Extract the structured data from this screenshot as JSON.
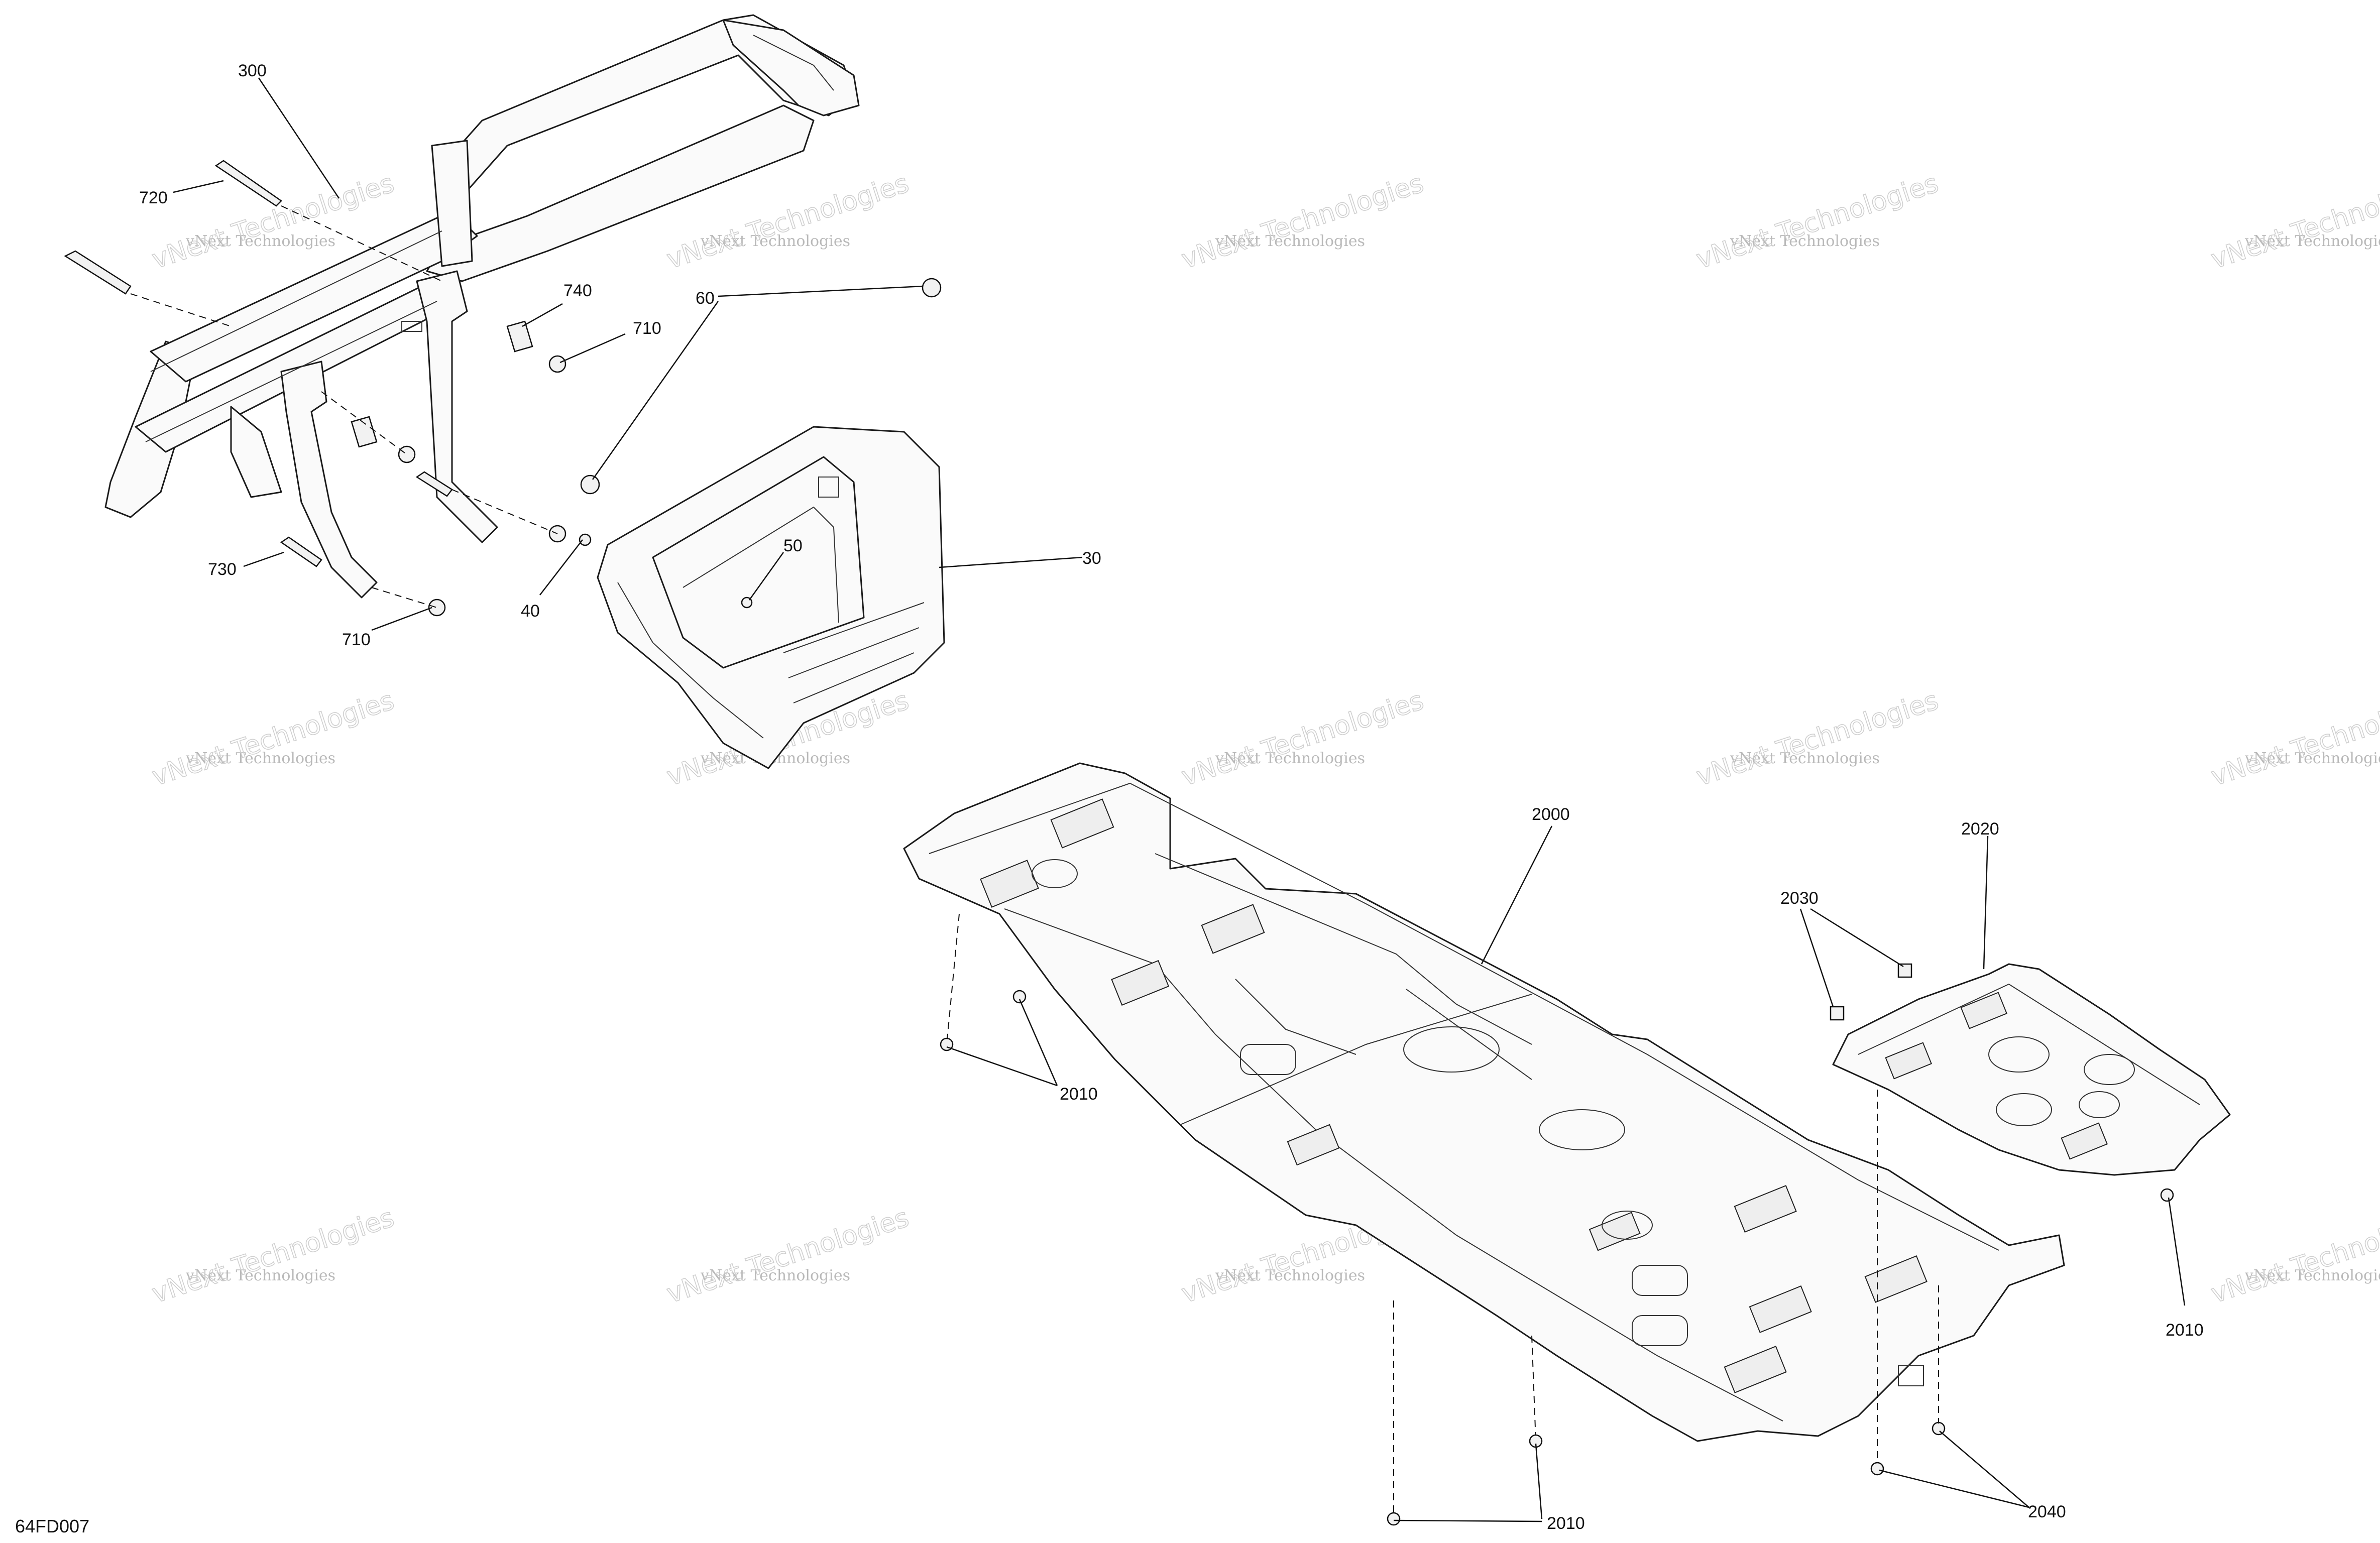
{
  "callouts": {
    "c300": "300",
    "c720": "720",
    "c740": "740",
    "c710a": "710",
    "c710b": "710",
    "c730": "730",
    "c60": "60",
    "c50": "50",
    "c40": "40",
    "c30": "30",
    "c2000": "2000",
    "c2020": "2020",
    "c2030": "2030",
    "c2010a": "2010",
    "c2010b": "2010",
    "c2010c": "2010",
    "c2040": "2040"
  },
  "watermark": {
    "line1": "vNext Technologies",
    "line2": "vNext Technologies"
  },
  "figure_ref": "64FD007",
  "colors": {
    "line": "#1a1a1a",
    "watermark": "#b9b9b9"
  }
}
